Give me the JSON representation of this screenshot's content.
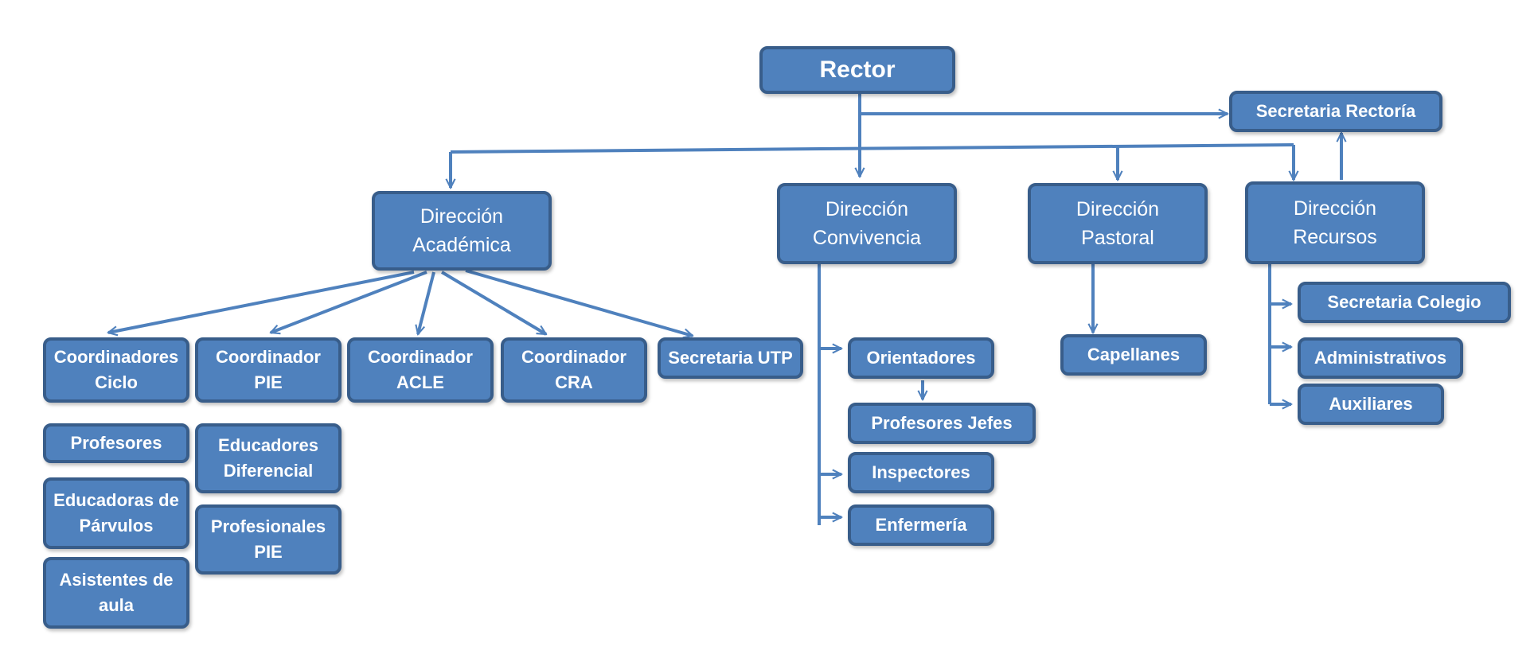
{
  "chart": {
    "nodes": {
      "rector": [
        "Rector"
      ],
      "secretaria_rectoria": [
        "Secretaria Rectoría"
      ],
      "direccion_academica": [
        "Dirección",
        "Académica"
      ],
      "direccion_convivencia": [
        "Dirección",
        "Convivencia"
      ],
      "direccion_pastoral": [
        "Dirección",
        "Pastoral"
      ],
      "direccion_recursos": [
        "Dirección",
        "Recursos"
      ],
      "coordinadores_ciclo": [
        "Coordinadores",
        "Ciclo"
      ],
      "coordinador_pie": [
        "Coordinador",
        "PIE"
      ],
      "coordinador_acle": [
        "Coordinador",
        "ACLE"
      ],
      "coordinador_cra": [
        "Coordinador",
        "CRA"
      ],
      "secretaria_utp": [
        "Secretaria UTP"
      ],
      "profesores": [
        "Profesores"
      ],
      "educadoras_parvulos": [
        "Educadoras de",
        "Párvulos"
      ],
      "asistentes_aula": [
        "Asistentes de",
        "aula"
      ],
      "educadores_diferencial": [
        "Educadores",
        "Diferencial"
      ],
      "profesionales_pie": [
        "Profesionales",
        "PIE"
      ],
      "orientadores": [
        "Orientadores"
      ],
      "profesores_jefes": [
        "Profesores Jefes"
      ],
      "inspectores": [
        "Inspectores"
      ],
      "enfermeria": [
        "Enfermería"
      ],
      "capellanes": [
        "Capellanes"
      ],
      "secretaria_colegio": [
        "Secretaria Colegio"
      ],
      "administrativos": [
        "Administrativos"
      ],
      "auxiliares": [
        "Auxiliares"
      ]
    },
    "colors": {
      "fill": "#4f81bd",
      "border": "#385d8a",
      "line": "#4f81bd",
      "text": "#ffffff"
    }
  }
}
